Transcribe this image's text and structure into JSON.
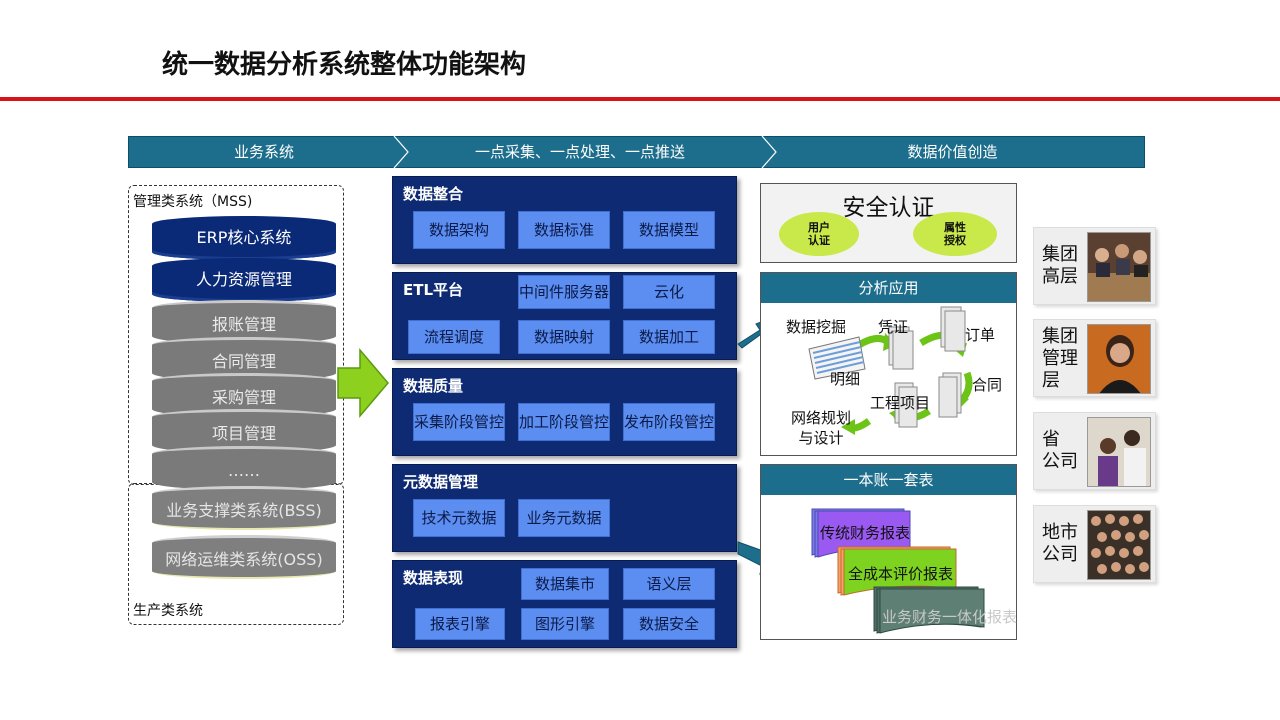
{
  "title": "统一数据分析系统整体功能架构",
  "topbar": [
    "业务系统",
    "一点采集、一点处理、一点推送",
    "数据价值创造"
  ],
  "left": {
    "mss_label": "管理类系统（MSS)",
    "production_label": "生产类系统",
    "stack": [
      "ERP核心系统",
      "人力资源管理",
      "报账管理",
      "合同管理",
      "采购管理",
      "项目管理",
      "……",
      "业务支撑类系统(BSS)",
      "网络运维类系统(OSS)"
    ]
  },
  "panels": {
    "integration": {
      "title": "数据整合",
      "items": [
        "数据架构",
        "数据标准",
        "数据模型"
      ]
    },
    "etl": {
      "title": "ETL平台",
      "items": [
        "中间件服务器",
        "云化",
        "流程调度",
        "数据映射",
        "数据加工"
      ]
    },
    "quality": {
      "title": "数据质量",
      "items": [
        "采集阶段管控",
        "加工阶段管控",
        "发布阶段管控"
      ]
    },
    "metadata": {
      "title": "元数据管理",
      "items": [
        "技术元数据",
        "业务元数据"
      ]
    },
    "presentation": {
      "title": "数据表现",
      "items": [
        "数据集市",
        "语义层",
        "报表引擎",
        "图形引擎",
        "数据安全"
      ]
    }
  },
  "right": {
    "security": {
      "title": "安全认证",
      "oval1": "用户\n认证",
      "oval2": "属性\n授权"
    },
    "analysis": {
      "title": "分析应用",
      "labels": [
        "数据挖掘",
        "凭证",
        "订单",
        "明细",
        "合同",
        "工程项目",
        "网络规划\n与设计"
      ]
    },
    "ledger": {
      "title": "一本账一套表",
      "reports": [
        "传统财务报表",
        "全成本评价报表",
        "业务财务一体化报表"
      ]
    }
  },
  "side": [
    "集团\n高层",
    "集团\n管理\n层",
    "省\n公司",
    "地市\n公司"
  ],
  "colors": {
    "accent_red": "#d7141a",
    "bar_teal": "#1c6e8c",
    "panel_navy": "#0d2a72",
    "button_blue": "#5b8ef0",
    "green": "#7ec91c"
  }
}
